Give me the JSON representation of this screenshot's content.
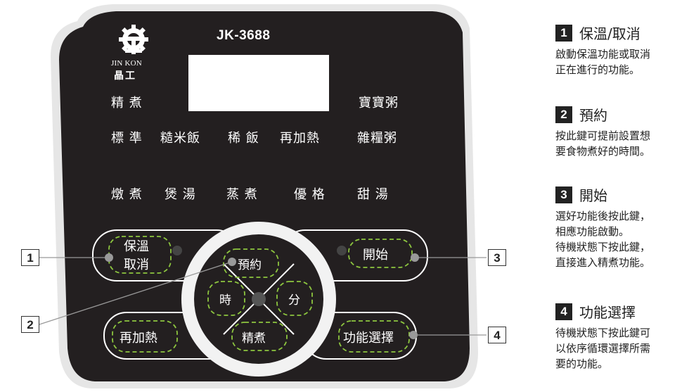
{
  "panel": {
    "model": "JK-3688",
    "brand": {
      "en": "JIN KON",
      "zh": "晶工"
    }
  },
  "menus": {
    "row0_left": "精 煮",
    "row0_right": "寶寶粥",
    "row1": [
      "標 準",
      "糙米飯",
      "稀 飯",
      "再加熱",
      "雜糧粥"
    ],
    "row2": [
      "燉 煮",
      "煲 湯",
      "蒸 煮",
      "優 格",
      "甜 湯"
    ]
  },
  "buttons": {
    "warm_cancel": {
      "line1": "保溫",
      "line2": "取消"
    },
    "reserve": "預約",
    "start": "開始",
    "hour": "時",
    "minute": "分",
    "fine_cook": "精煮",
    "reheat": "再加熱",
    "function_select": "功能選擇"
  },
  "callouts": [
    "1",
    "2",
    "3",
    "4"
  ],
  "sections": [
    {
      "num": "1",
      "title": "保溫/取消",
      "lines": [
        "啟動保溫功能或取消",
        "正在進行的功能。"
      ]
    },
    {
      "num": "2",
      "title": "預約",
      "lines": [
        "按此鍵可提前設置想",
        "要食物煮好的時間。"
      ]
    },
    {
      "num": "3",
      "title": "開始",
      "lines": [
        "選好功能後按此鍵，",
        "相應功能啟動。",
        "待機狀態下按此鍵，",
        "直接進入精煮功能。"
      ]
    },
    {
      "num": "4",
      "title": "功能選擇",
      "lines": [
        "待機狀態下按此鍵可",
        "以依序循環選擇所需",
        "要的功能。"
      ]
    }
  ],
  "colors": {
    "panel_bg": "#231f20",
    "panel_rim": "#e8e8e8",
    "dash": "#8dc63f"
  }
}
